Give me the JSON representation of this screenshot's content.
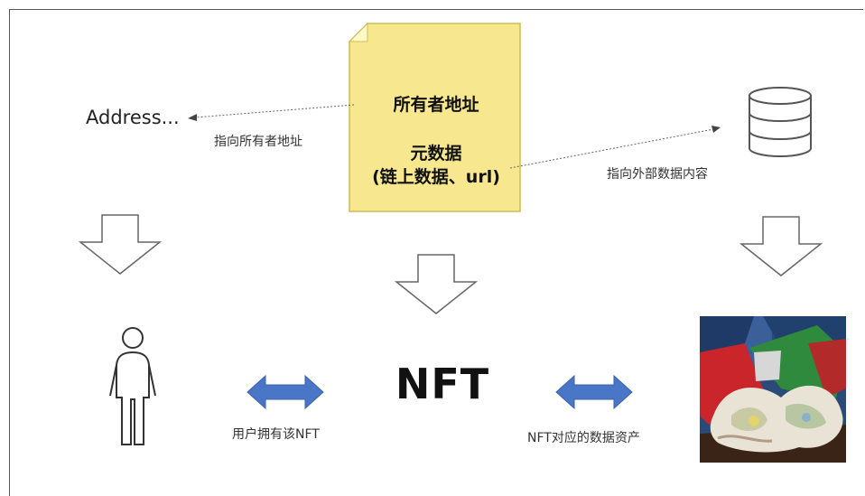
{
  "metadata_box": {
    "owner_address": "所有者地址",
    "metadata_title": "元数据",
    "metadata_subtitle": "(链上数据、url)"
  },
  "address_label": "Address...",
  "owner_pointer_label": "指向所有者地址",
  "external_pointer_label": "指向外部数据内容",
  "nft_label": "NFT",
  "user_owns_label": "用户拥有该NFT",
  "asset_label": "NFT对应的数据资产",
  "colors": {
    "note_fill": "#f7e78e",
    "note_border": "#cdbd55",
    "double_arrow": "#4a76c8",
    "outline": "#555555"
  },
  "icons": [
    "person-icon",
    "database-icon",
    "down-arrow-icon",
    "double-arrow-icon",
    "painting-image"
  ]
}
